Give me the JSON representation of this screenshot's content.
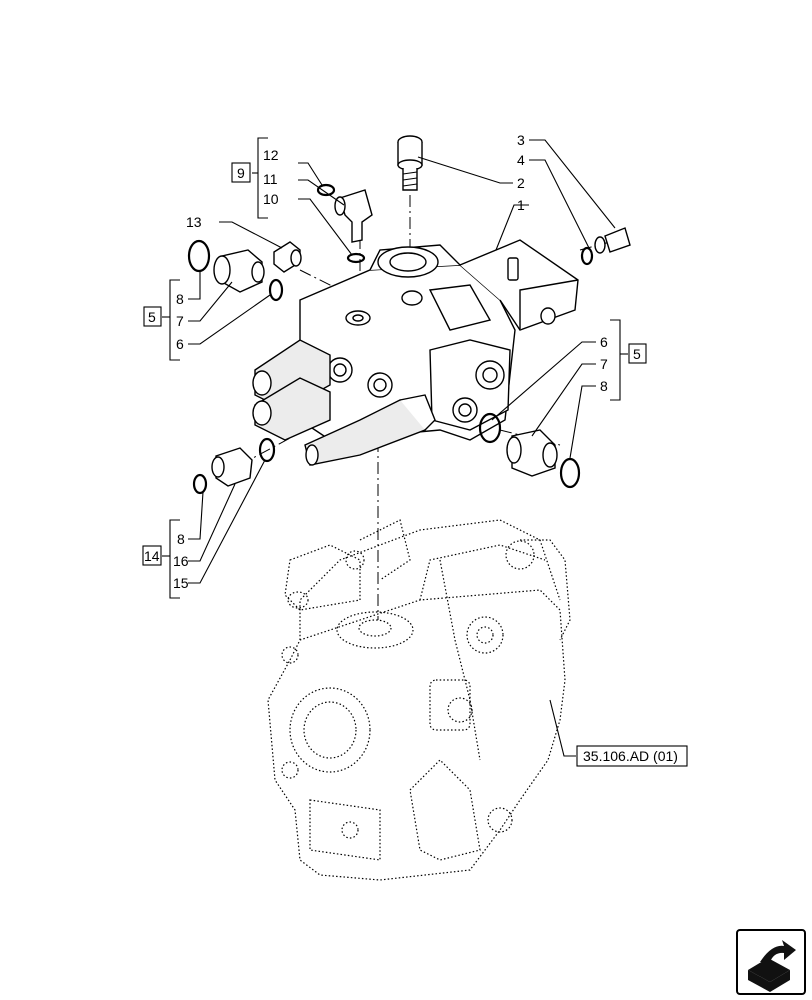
{
  "callouts": {
    "c1": "1",
    "c2": "2",
    "c3": "3",
    "c4": "4",
    "c5_right": "5",
    "c5_left": "5",
    "c6_left": "6",
    "c6_right": "6",
    "c7_left": "7",
    "c7_right": "7",
    "c8_left": "8",
    "c8_right": "8",
    "c8_bottom": "8",
    "c9": "9",
    "c10": "10",
    "c11": "11",
    "c12": "12",
    "c13": "13",
    "c14": "14",
    "c15": "15",
    "c16": "16"
  },
  "reference": {
    "label": "35.106.AD (01)"
  },
  "nav": {
    "icon": "next-page-arrow-icon"
  }
}
